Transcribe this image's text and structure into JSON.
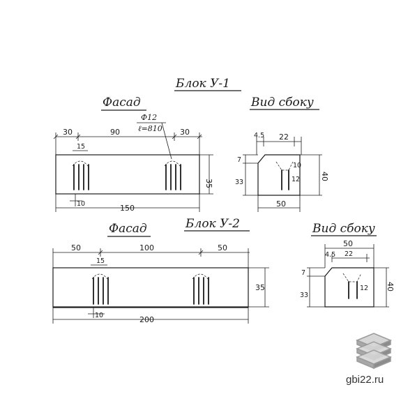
{
  "colors": {
    "ink": "#1a1a1a",
    "logo": "#9a9a9a"
  },
  "icons": [
    "stacked-blocks-logo-icon"
  ],
  "site": "gbi22.ru",
  "block1": {
    "title": "Блок У-1",
    "facade": {
      "title": "Фасад",
      "dim_left": "30",
      "dim_mid": "90",
      "dim_right": "30",
      "dim_loop": "15",
      "rebar_dia": "Ф12",
      "rebar_len": "ℓ=810",
      "dim_height": "35",
      "dim_bottom_small": "10",
      "dim_total": "150"
    },
    "side": {
      "title": "Вид сбоку",
      "dim_chamfer": "4.5",
      "dim_top": "22",
      "dim_7": "7",
      "dim_33": "33",
      "dim_10": "10",
      "dim_12": "12",
      "dim_height": "40",
      "dim_width": "50"
    }
  },
  "block2": {
    "title": "Блок У-2",
    "facade": {
      "title": "Фасад",
      "dim_left": "50",
      "dim_mid": "100",
      "dim_right": "50",
      "dim_loop": "15",
      "dim_height": "35",
      "dim_bottom_small": "10",
      "dim_total": "200"
    },
    "side": {
      "title": "Вид сбоку",
      "dim_width": "50",
      "dim_chamfer": "4.5",
      "dim_top": "22",
      "dim_12": "12",
      "dim_7": "7",
      "dim_33": "33",
      "dim_height": "40"
    }
  }
}
